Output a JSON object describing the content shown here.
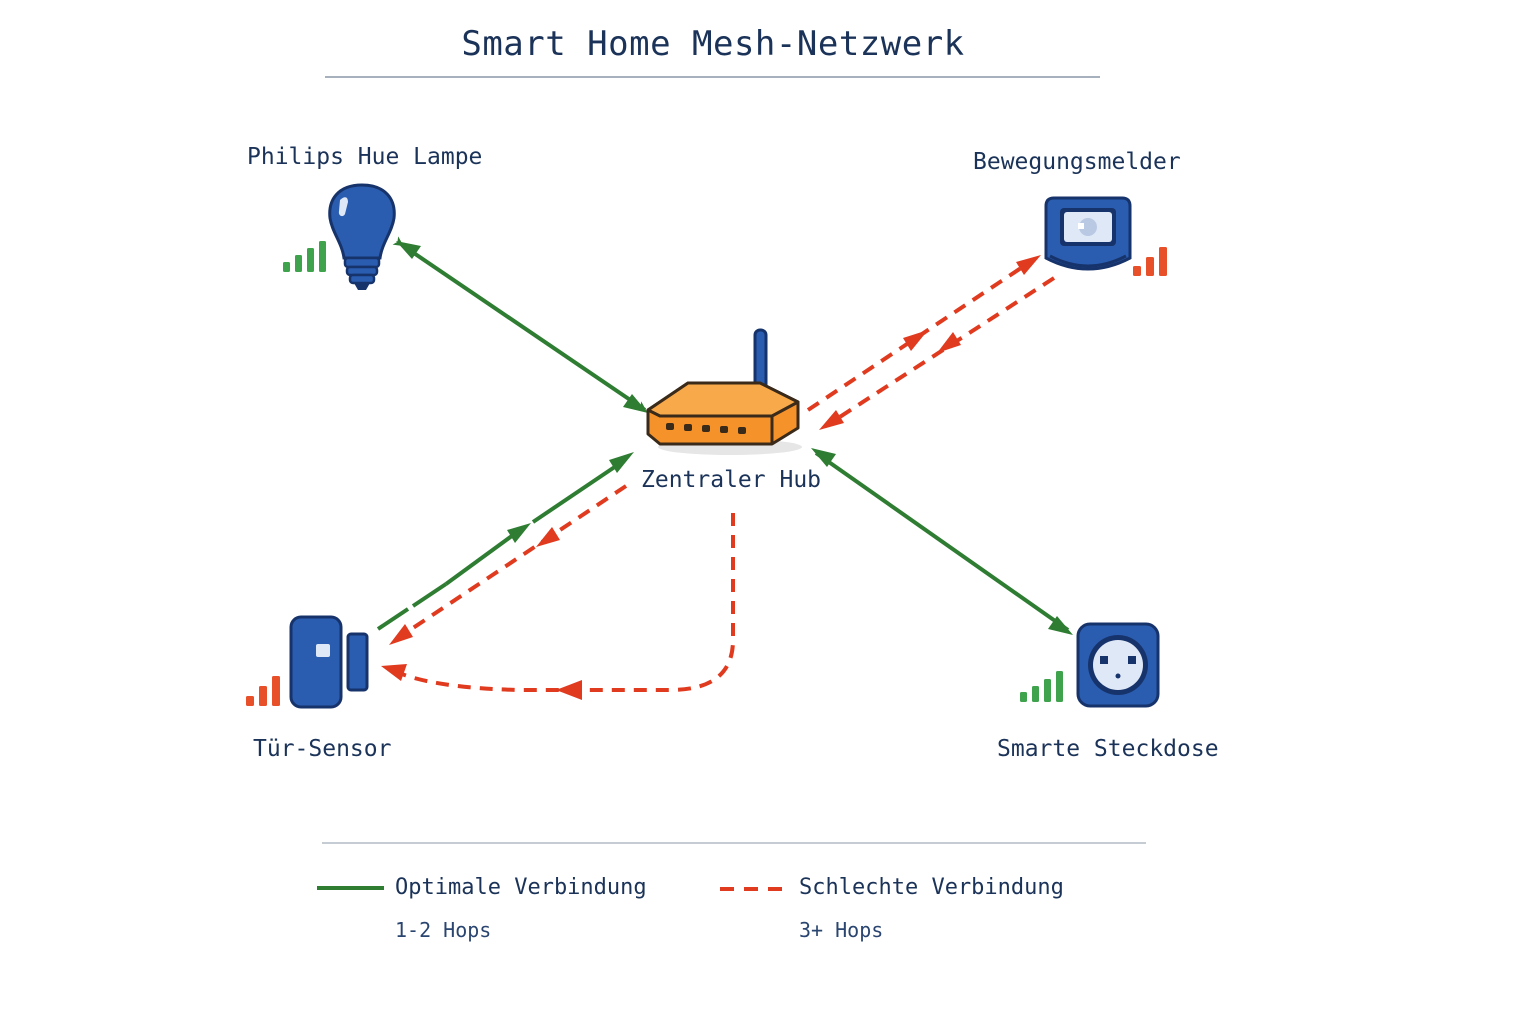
{
  "title": "Smart Home Mesh-Netzwerk",
  "colors": {
    "text": "#1b3358",
    "good": "#2e7d32",
    "bad": "#e03a1f",
    "hub": "#f5922a",
    "device": "#2a5db0",
    "device_dark": "#17336b",
    "signal_good": "#3fa34d",
    "signal_bad": "#e8502a"
  },
  "nodes": {
    "hub": {
      "label": "Zentraler Hub",
      "icon": "router-icon"
    },
    "lamp": {
      "label": "Philips Hue Lampe",
      "icon": "light-bulb-icon",
      "signal": "good"
    },
    "motion": {
      "label": "Bewegungsmelder",
      "icon": "motion-sensor-icon",
      "signal": "bad"
    },
    "door": {
      "label": "Tür-Sensor",
      "icon": "door-sensor-icon",
      "signal": "bad"
    },
    "plug": {
      "label": "Smarte Steckdose",
      "icon": "smart-plug-icon",
      "signal": "good"
    }
  },
  "legend": {
    "good": {
      "label": "Optimale Verbindung",
      "sub": "1-2 Hops"
    },
    "bad": {
      "label": "Schlechte Verbindung",
      "sub": "3+ Hops"
    }
  }
}
